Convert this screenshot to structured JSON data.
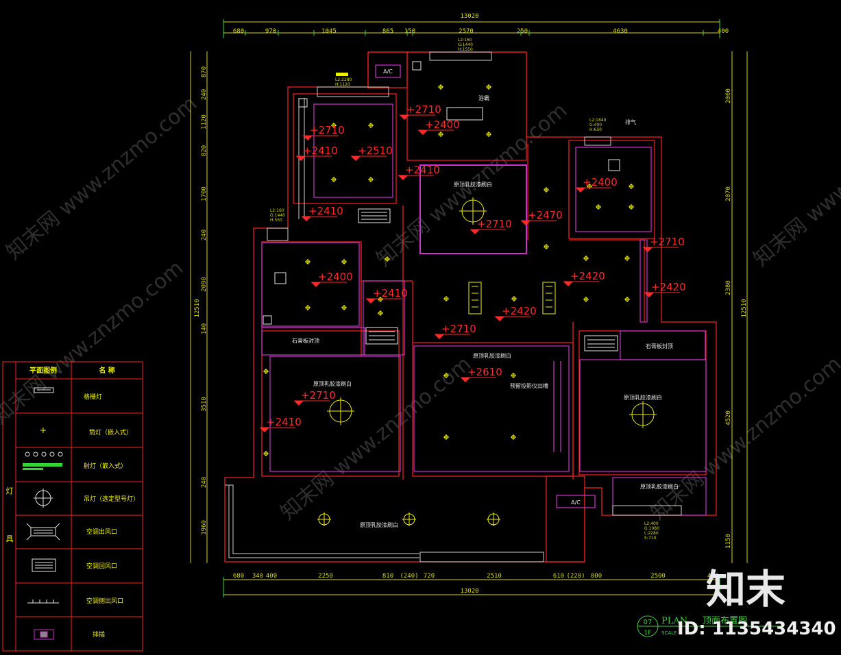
{
  "dimensions": {
    "total_top": "13020",
    "total_bottom": "13020",
    "total_left": "12510",
    "total_right": "12510",
    "top": [
      "680",
      "970",
      "1045",
      "865",
      "150",
      "2570",
      "250",
      "4630",
      "400"
    ],
    "bottom": [
      "680",
      "340",
      "400",
      "2250",
      "810",
      "(240)",
      "720",
      "2510",
      "610",
      "(220)",
      "800",
      "2500",
      "400"
    ],
    "left": [
      "870",
      "240",
      "1120",
      "820",
      "1700",
      "240",
      "2090",
      "140",
      "3510",
      "240",
      "1960"
    ],
    "right": [
      "2060",
      "2070",
      "2380",
      "4520",
      "1150"
    ]
  },
  "elevations": [
    "+2710",
    "+2400",
    "+2710",
    "+2410",
    "+2510",
    "+2410",
    "+2400",
    "+2410",
    "+2470",
    "+2710",
    "+2710",
    "+2400",
    "+2410",
    "+2420",
    "+2420",
    "+2420",
    "+2710",
    "+2610",
    "+2710",
    "+2410"
  ],
  "room_labels": {
    "gypsum_ceiling_a": "原顶乳胶漆刷白",
    "gypsum_ceiling_b": "原顶乳胶漆刷白",
    "gypsum_ceiling_c": "原顶乳胶漆刷白",
    "gypsum_ceiling_d": "原顶乳胶漆刷白",
    "gypsum_ceiling_e": "原顶乳胶漆刷白",
    "gypsum_ceiling_f": "原顶乳胶漆刷白",
    "plaster_board_a": "石膏板封顶",
    "plaster_board_b": "石膏板封顶",
    "projector_slot": "预留投影仪凹槽",
    "exhaust": "浴霸",
    "exhaust2": "排气",
    "ac": "A/C",
    "ac2": "A/C",
    "spec_a": [
      "L2:160",
      "G:1440",
      "H:1550"
    ],
    "spec_b": [
      "L2:2280",
      "H:1120"
    ],
    "spec_c": [
      "L2:160",
      "G:1440",
      "H:550"
    ],
    "spec_d": [
      "L2:1840",
      "G:400",
      "H:650"
    ],
    "spec_e": [
      "L2:400",
      "G:1080",
      "L:2280",
      "S:710"
    ]
  },
  "legend": {
    "header_symbol": "平面图例",
    "header_name": "名  称",
    "category": [
      "灯",
      "具"
    ],
    "items": [
      {
        "icon": "linear-light-icon",
        "name": "格栅灯"
      },
      {
        "icon": "downlight-icon",
        "name": "筒灯（嵌入式）"
      },
      {
        "icon": "spotlight-strip-icon",
        "name": "射灯（嵌入式）"
      },
      {
        "icon": "pendant-light-icon",
        "name": "吊灯（选定型号灯）"
      },
      {
        "icon": "ac-outlet-icon",
        "name": "空调出风口"
      },
      {
        "icon": "ac-return-icon",
        "name": "空调回风口"
      },
      {
        "icon": "side-outlet-icon",
        "name": "空调侧出风口"
      },
      {
        "icon": "exhaust-fan-icon",
        "name": "排插"
      }
    ]
  },
  "title_block": {
    "number": "07",
    "floor": "1F",
    "title_en": "PLAN",
    "title_cn": "顶面布置图",
    "scale": "SCALE"
  },
  "branding": {
    "logo": "知末",
    "id": "ID: 1135434340",
    "watermark": "知末网 www.znzmo.com"
  },
  "colors": {
    "background": "#000000",
    "wall": "#ff1e1e",
    "inner": "#cc33cc",
    "fixture": "#f2f200",
    "white": "#e6e6e6",
    "green": "#33d633",
    "elevation": "#ff2a2a"
  }
}
